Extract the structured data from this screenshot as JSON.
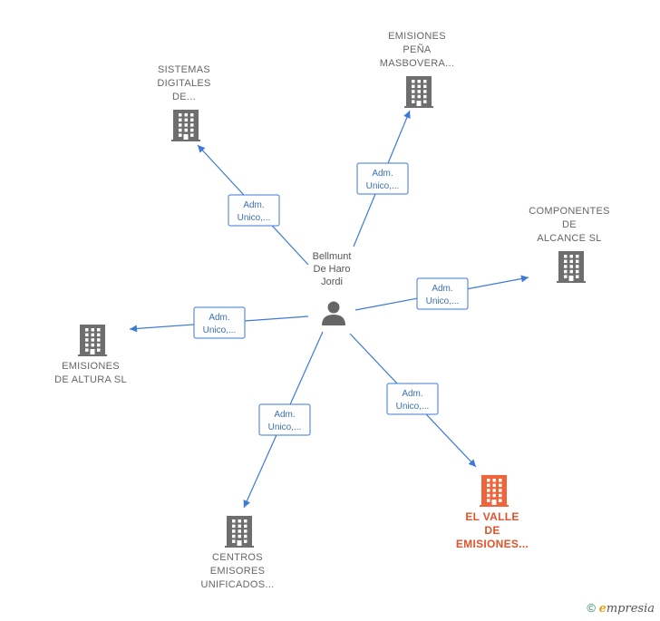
{
  "center": {
    "name_lines": [
      "Bellmunt",
      "De Haro",
      "Jordi"
    ],
    "icon": "person-icon"
  },
  "companies": [
    {
      "id": "sistemas",
      "lines": [
        "SISTEMAS",
        "DIGITALES",
        "DE..."
      ],
      "role": [
        "Adm.",
        "Unico,..."
      ],
      "highlight": false
    },
    {
      "id": "emisiones-pena",
      "lines": [
        "EMISIONES",
        "PEÑA",
        "MASBOVERA..."
      ],
      "role": [
        "Adm.",
        "Unico,..."
      ],
      "highlight": false
    },
    {
      "id": "componentes",
      "lines": [
        "COMPONENTES",
        "DE",
        "ALCANCE  SL"
      ],
      "role": [
        "Adm.",
        "Unico,..."
      ],
      "highlight": false
    },
    {
      "id": "emisiones-altura",
      "lines": [
        "EMISIONES",
        "DE ALTURA  SL"
      ],
      "role": [
        "Adm.",
        "Unico,..."
      ],
      "highlight": false
    },
    {
      "id": "centros",
      "lines": [
        "CENTROS",
        "EMISORES",
        "UNIFICADOS..."
      ],
      "role": [
        "Adm.",
        "Unico,..."
      ],
      "highlight": false
    },
    {
      "id": "el-valle",
      "lines": [
        "EL VALLE",
        "DE",
        "EMISIONES..."
      ],
      "role": [
        "Adm.",
        "Unico,..."
      ],
      "highlight": true
    }
  ],
  "colors": {
    "edge": "#3b7ad8",
    "building": "#6e6e6e",
    "building_highlight": "#f0643c",
    "person": "#666666"
  },
  "footer": {
    "copyright": "©",
    "brand_initial": "e",
    "brand_rest": "mpresia"
  }
}
